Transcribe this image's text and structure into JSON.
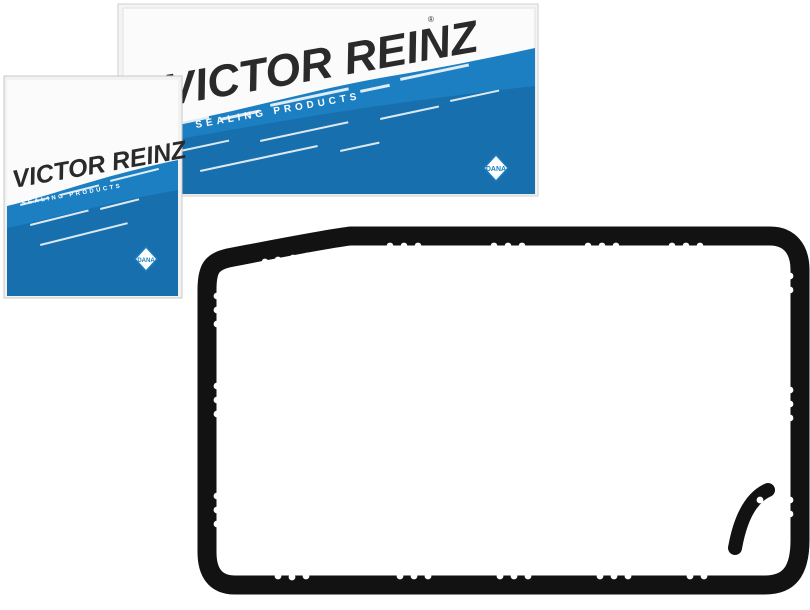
{
  "image": {
    "large_box": {
      "brand": "VICTOR REINZ",
      "registered_mark": "®",
      "tagline": "SEALING PRODUCTS",
      "logo": "DANA",
      "colors": {
        "blue": "#1c7fc2",
        "text": "#2a2a2a",
        "box": "#f5f5f5"
      }
    },
    "small_box": {
      "brand": "VICTOR REINZ",
      "tagline": "SEALING PRODUCTS",
      "logo": "DANA"
    },
    "gasket": {
      "color": "#121212",
      "description_icon": "oil-pan-gasket"
    }
  }
}
